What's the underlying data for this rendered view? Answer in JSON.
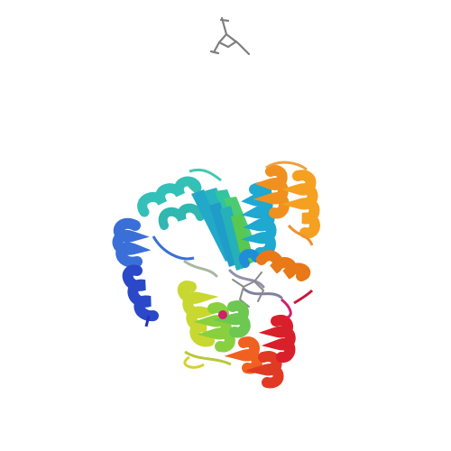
{
  "image": {
    "subject": "protein-cartoon",
    "ligand_style": "sticks",
    "coloring": "rainbow",
    "background": "#ffffff"
  },
  "colors": {
    "blue_n_terminus": "#2233bb",
    "blue": "#3a6fd8",
    "cyan": "#22aacc",
    "teal": "#33c9a8",
    "green": "#66cc55",
    "yellow_green": "#b8d838",
    "yellow": "#e0d830",
    "orange": "#f08a20",
    "red_c_terminus": "#d8202a",
    "magenta_loop": "#d0206a",
    "ligand_grey": "#8a8a8a"
  }
}
